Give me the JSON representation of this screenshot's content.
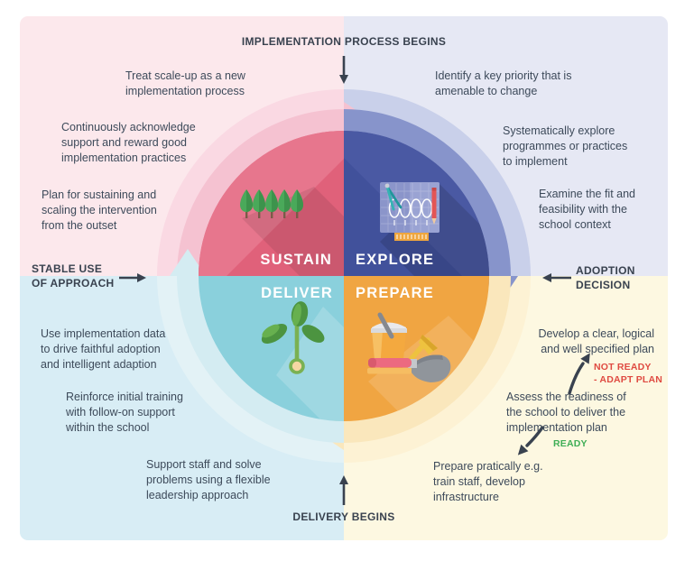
{
  "transitions": {
    "top": "IMPLEMENTATION PROCESS BEGINS",
    "right": "ADOPTION\nDECISION",
    "bottom": "DELIVERY BEGINS",
    "left": "STABLE USE\nOF APPROACH"
  },
  "phases": {
    "sustain": {
      "label": "SUSTAIN",
      "icon": "trees",
      "notes": [
        "Treat scale-up as a new\nimplementation process",
        "Continuously acknowledge\nsupport and reward good\nimplementation practices",
        "Plan for sustaining and\nscaling the intervention\nfrom the outset"
      ]
    },
    "explore": {
      "label": "EXPLORE",
      "icon": "drafting-board",
      "notes": [
        "Identify a key priority that is\namenable to change",
        "Systematically explore\nprogrammes or practices\nto implement",
        "Examine the fit and\nfeasibility with the\nschool context"
      ]
    },
    "prepare": {
      "label": "PREPARE",
      "icon": "garden-tools",
      "notes": [
        "Develop a clear, logical\nand well specified plan",
        "Assess the readiness of\nthe school to deliver the\nimplementation plan",
        "Prepare pratically e.g.\ntrain staff, develop\ninfrastructure"
      ],
      "decisions": {
        "not_ready": "NOT READY\n- ADAPT PLAN",
        "ready": "READY"
      }
    },
    "deliver": {
      "label": "DELIVER",
      "icon": "seedling",
      "notes": [
        "Use implementation data\nto drive faithful adoption\nand intelligent adaption",
        "Reinforce initial training\nwith follow-on support\nwithin the school",
        "Support staff and solve\nproblems using a flexible\nleadership approach"
      ]
    }
  },
  "colors": {
    "sustain": "#e0617a",
    "explore": "#41519b",
    "deliver": "#8ad0dc",
    "prepare": "#f0a542",
    "not_ready": "#df4a41",
    "ready": "#3fae56",
    "body_text": "#3d4a5a",
    "heading_text": "#39424f"
  }
}
